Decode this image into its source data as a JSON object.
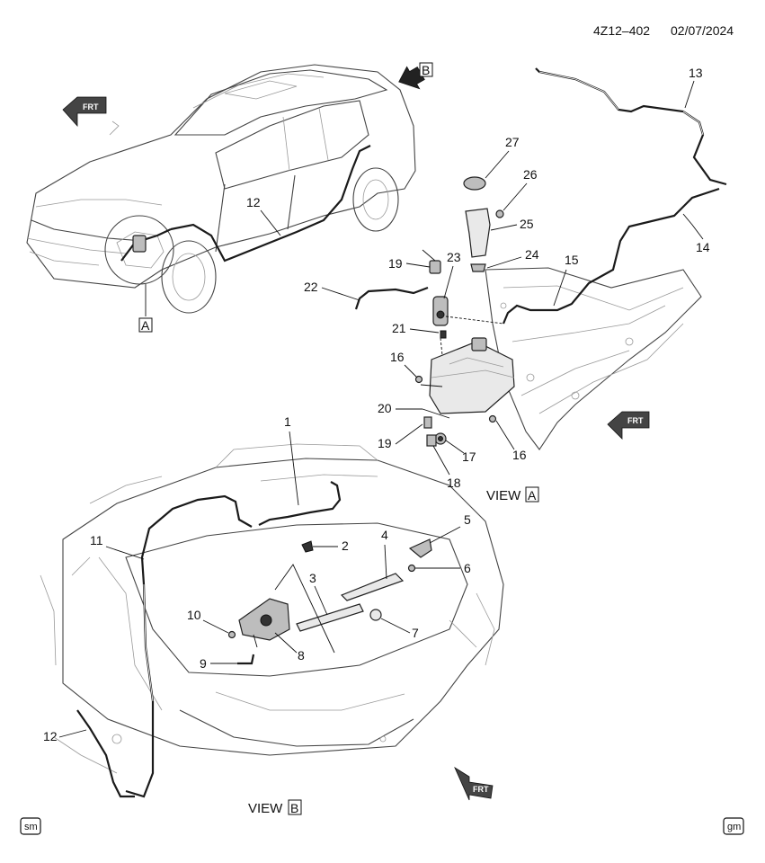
{
  "header": {
    "ref_code": "4Z12–402",
    "date": "02/07/2024"
  },
  "views": {
    "a": {
      "prefix": "VIEW",
      "letter": "A"
    },
    "b": {
      "prefix": "VIEW",
      "letter": "B"
    }
  },
  "callouts": {
    "a_box": "A",
    "b_box": "B"
  },
  "frt_label": "FRT",
  "part_numbers": {
    "p1": "1",
    "p2": "2",
    "p3": "3",
    "p4": "4",
    "p5": "5",
    "p6": "6",
    "p7": "7",
    "p8": "8",
    "p9": "9",
    "p10": "10",
    "p11": "11",
    "p12_rear": "12",
    "p12_front": "12",
    "p13": "13",
    "p14": "14",
    "p15": "15",
    "p16_left": "16",
    "p16_right": "16",
    "p17": "17",
    "p18": "18",
    "p19_top": "19",
    "p19_bottom": "19",
    "p20": "20",
    "p21": "21",
    "p22": "22",
    "p23": "23",
    "p24": "24",
    "p25": "25",
    "p26": "26",
    "p27": "27"
  },
  "footer": {
    "left_badge": "sm",
    "right_badge": "gm"
  }
}
